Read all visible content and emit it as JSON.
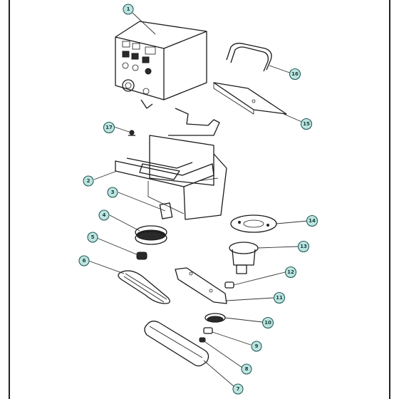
{
  "callouts": [
    {
      "id": "1",
      "label": "1"
    },
    {
      "id": "2",
      "label": "2"
    },
    {
      "id": "3",
      "label": "3"
    },
    {
      "id": "4",
      "label": "4"
    },
    {
      "id": "5",
      "label": "5"
    },
    {
      "id": "6",
      "label": "6"
    },
    {
      "id": "7",
      "label": "7"
    },
    {
      "id": "8",
      "label": "8"
    },
    {
      "id": "9",
      "label": "9"
    },
    {
      "id": "10",
      "label": "10"
    },
    {
      "id": "11",
      "label": "11"
    },
    {
      "id": "12",
      "label": "12"
    },
    {
      "id": "13",
      "label": "13"
    },
    {
      "id": "14",
      "label": "14"
    },
    {
      "id": "15",
      "label": "15"
    },
    {
      "id": "16",
      "label": "16"
    },
    {
      "id": "17",
      "label": "17"
    }
  ],
  "colors": {
    "callout_fill": "#bfe3df",
    "callout_stroke": "#1f5f5a",
    "line": "#1a1a1a"
  }
}
